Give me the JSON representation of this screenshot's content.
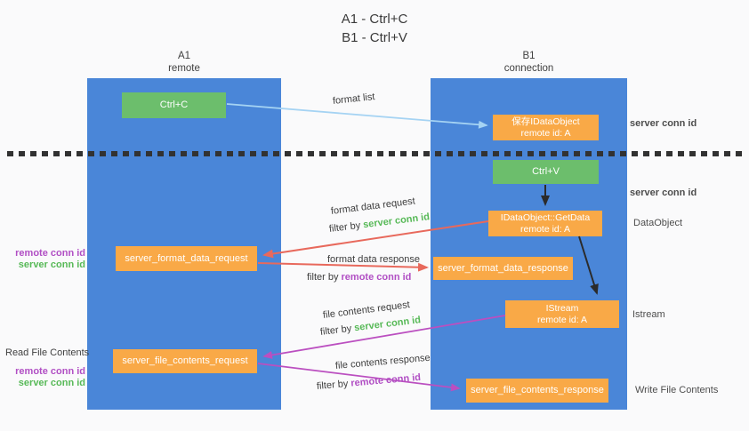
{
  "title": {
    "line1": "A1 - Ctrl+C",
    "line2": "B1 - Ctrl+V"
  },
  "lanes": {
    "left": {
      "id": "A1",
      "name": "remote"
    },
    "right": {
      "id": "B1",
      "name": "connection"
    }
  },
  "nodes": {
    "ctrl_c": {
      "label": "Ctrl+C"
    },
    "save_dataobject": {
      "label": "保存IDataObject",
      "sub": "remote id: A"
    },
    "ctrl_v": {
      "label": "Ctrl+V"
    },
    "getdata": {
      "label": "IDataObject::GetData",
      "sub": "remote id: A"
    },
    "format_request": {
      "label": "server_format_data_request"
    },
    "format_response": {
      "label": "server_format_data_response"
    },
    "istream": {
      "label": "IStream",
      "sub": "remote id: A"
    },
    "file_request": {
      "label": "server_file_contents_request"
    },
    "file_response": {
      "label": "server_file_contents_response"
    }
  },
  "flows": {
    "format_list": "format list",
    "format_data_request": "format data request",
    "format_data_response": "format data response",
    "file_contents_request": "file contents request",
    "file_contents_response": "file contents response",
    "filter_by": "filter by",
    "server_conn_id": "server conn id",
    "remote_conn_id": "remote conn id"
  },
  "side_labels": {
    "server_conn_id_top": "server conn id",
    "server_conn_id_mid": "server conn id",
    "dataobject": "DataObject",
    "istream": "Istream",
    "write_file_contents": "Write File Contents",
    "read_file_contents": "Read File Contents",
    "remote_conn_id_format": "remote conn id",
    "server_conn_id_format": "server conn id",
    "remote_conn_id_file": "remote conn id",
    "server_conn_id_file": "server conn id"
  },
  "colors": {
    "lane": "#4a86d8",
    "green_box": "#6cbe6c",
    "orange_box": "#f9a947",
    "red_arrow": "#e8695c",
    "magenta_arrow": "#bb4fc0",
    "blue_arrow": "#a5d3f3",
    "black_arrow": "#2b2b2b",
    "green_text": "#57b957",
    "purple_text": "#b14fc4"
  }
}
